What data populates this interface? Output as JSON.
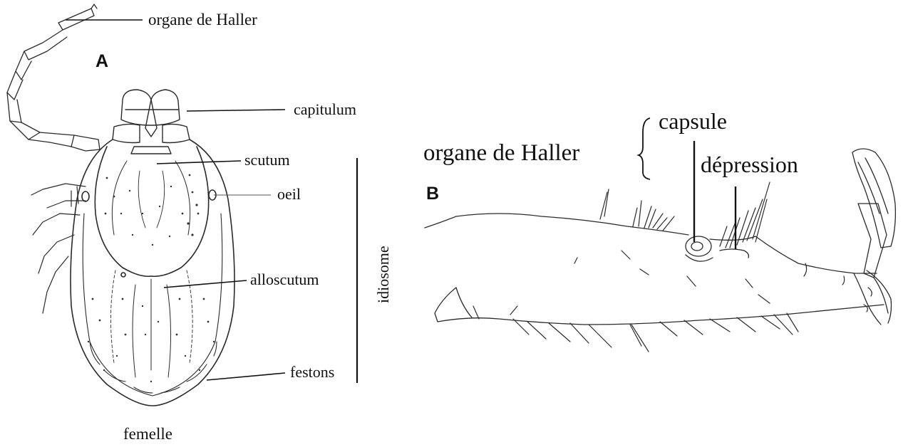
{
  "panel_a": {
    "panel_letter": "A",
    "labels": {
      "organe_de_haller": "organe de Haller",
      "capitulum": "capitulum",
      "scutum": "scutum",
      "oeil": "oeil",
      "alloscutum": "alloscutum",
      "idiosome": "idiosome",
      "festons": "festons",
      "femelle": "femelle"
    }
  },
  "panel_b": {
    "panel_letter": "B",
    "labels": {
      "organe_de_haller": "organe de Haller",
      "capsule": "capsule",
      "depression": "dépression"
    }
  },
  "colors": {
    "ink": "#2a2a2a",
    "text": "#111111",
    "background": "#ffffff"
  }
}
